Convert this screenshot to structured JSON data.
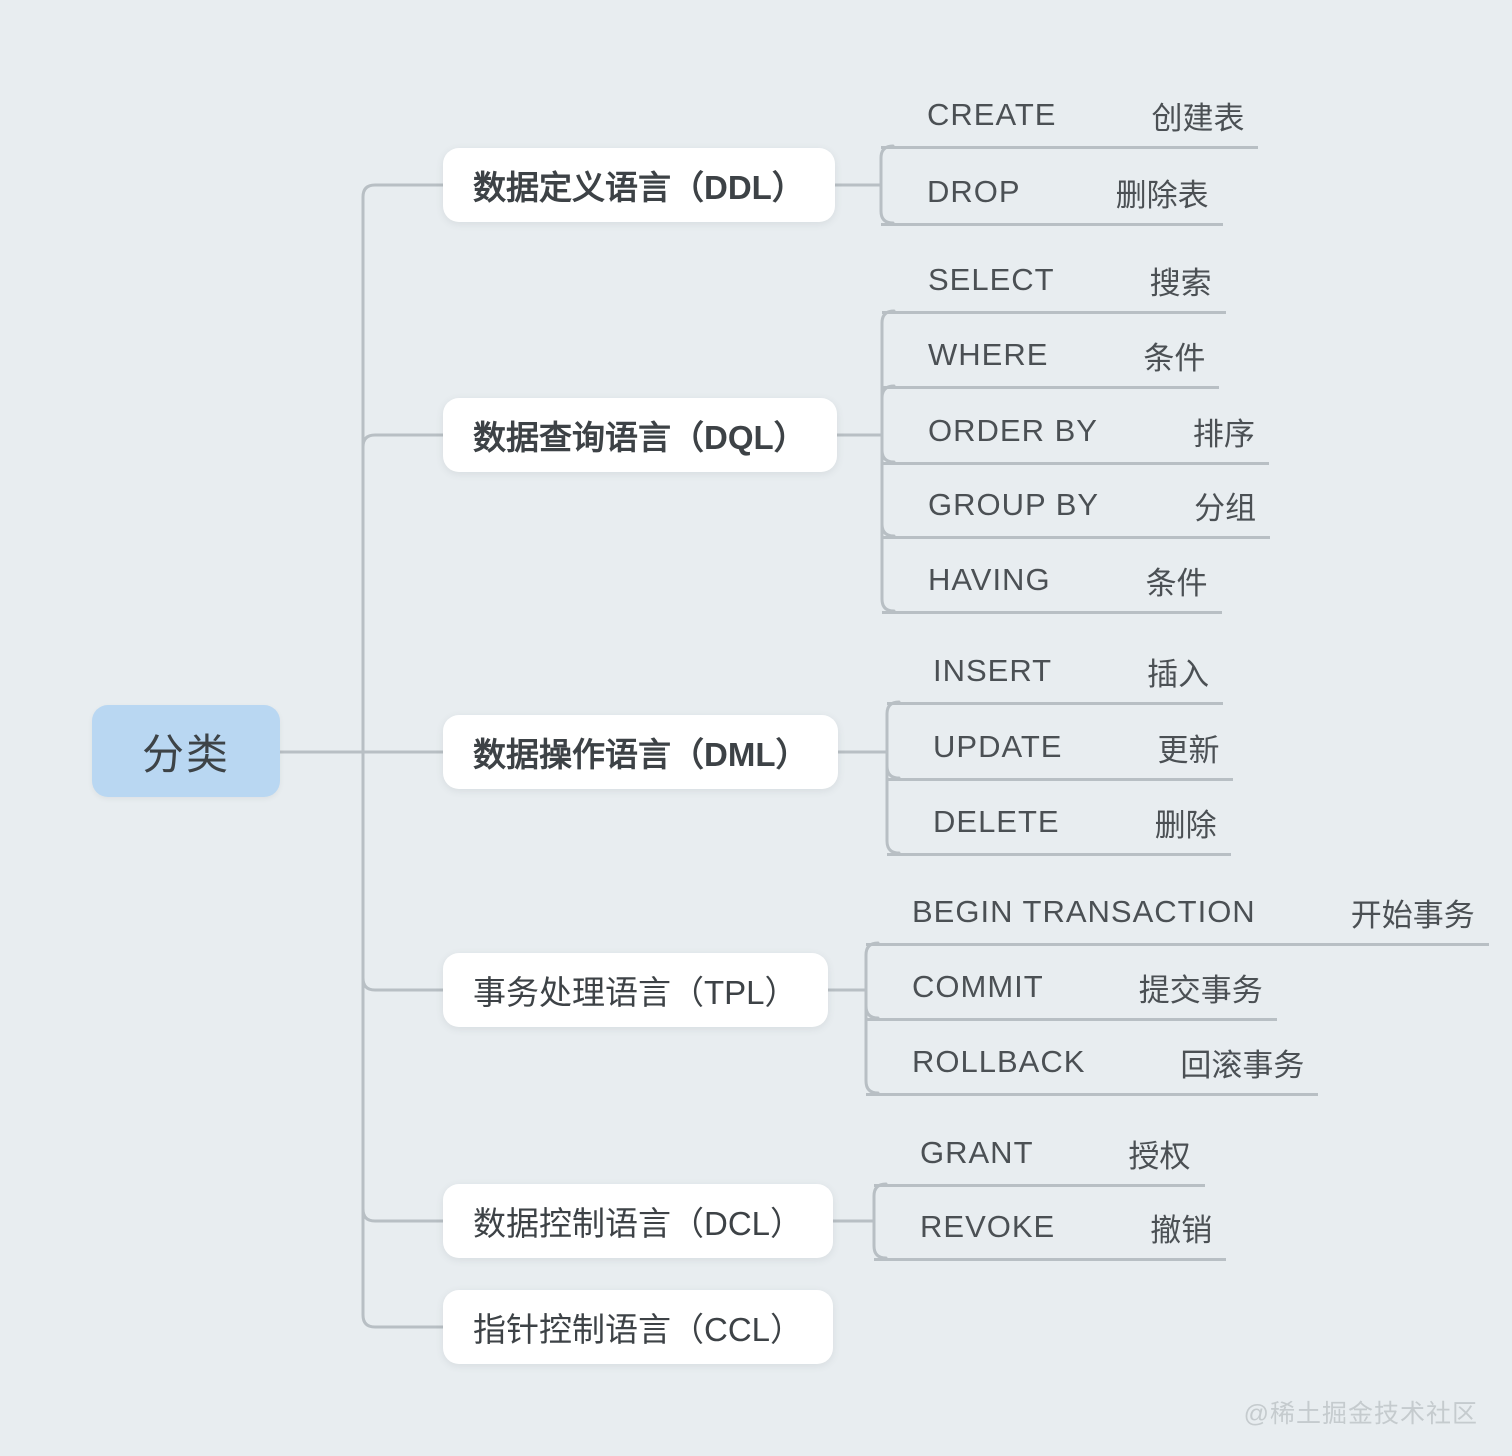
{
  "root": {
    "label": "分类"
  },
  "branches": [
    {
      "label": "数据定义语言（DDL）",
      "emphasis": true,
      "children": [
        {
          "keyword": "CREATE",
          "meaning": "创建表"
        },
        {
          "keyword": "DROP",
          "meaning": "删除表"
        }
      ]
    },
    {
      "label": "数据查询语言（DQL）",
      "emphasis": true,
      "children": [
        {
          "keyword": "SELECT",
          "meaning": "搜索"
        },
        {
          "keyword": "WHERE",
          "meaning": "条件"
        },
        {
          "keyword": "ORDER BY",
          "meaning": "排序"
        },
        {
          "keyword": "GROUP BY",
          "meaning": "分组"
        },
        {
          "keyword": "HAVING",
          "meaning": "条件"
        }
      ]
    },
    {
      "label": "数据操作语言（DML）",
      "emphasis": true,
      "children": [
        {
          "keyword": "INSERT",
          "meaning": "插入"
        },
        {
          "keyword": "UPDATE",
          "meaning": "更新"
        },
        {
          "keyword": "DELETE",
          "meaning": "删除"
        }
      ]
    },
    {
      "label": "事务处理语言（TPL）",
      "emphasis": false,
      "children": [
        {
          "keyword": "BEGIN TRANSACTION",
          "meaning": "开始事务"
        },
        {
          "keyword": "COMMIT",
          "meaning": "提交事务"
        },
        {
          "keyword": "ROLLBACK",
          "meaning": "回滚事务"
        }
      ]
    },
    {
      "label": "数据控制语言（DCL）",
      "emphasis": false,
      "children": [
        {
          "keyword": "GRANT",
          "meaning": "授权"
        },
        {
          "keyword": "REVOKE",
          "meaning": "撤销"
        }
      ]
    },
    {
      "label": "指针控制语言（CCL）",
      "emphasis": false,
      "children": []
    }
  ],
  "watermark": "@稀土掘金技术社区",
  "colors": {
    "background": "#e8edf0",
    "node_fill": "#ffffff",
    "root_fill": "#b9d7f2",
    "line": "#b8bfc4",
    "branch_text": "#3d4246",
    "child_text": "#4b5054",
    "watermark_text": "#c5cbce"
  }
}
